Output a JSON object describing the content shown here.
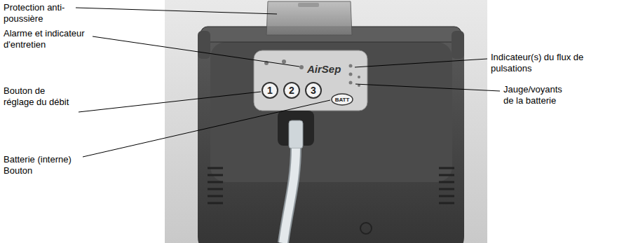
{
  "diagram": {
    "labels": [
      "Protection anti-poussière",
      "Alarme et indicateur d'entretien",
      "AirSep",
      "Indicateur(s) du flux de pulsations",
      "1",
      "2",
      "3",
      "Jauge/voyants de la batterie",
      "Bouton de réglage du débit",
      "BATT",
      "Batterie (interne) Bouton"
    ]
  }
}
